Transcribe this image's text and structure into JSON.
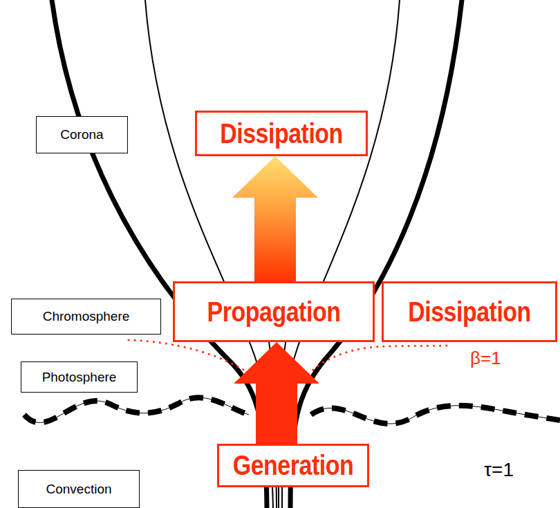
{
  "diagram": {
    "nodes": [
      {
        "text": [
          "Corona"
        ]
      },
      {
        "text": [
          "Dissipation"
        ]
      },
      {
        "text": [
          "Chromosphere"
        ]
      },
      {
        "text": [
          "Propagation"
        ]
      },
      {
        "text": [
          "Dissipation"
        ]
      },
      {
        "text": [
          "Photosphere"
        ]
      },
      {
        "text": [
          "Convection"
        ]
      },
      {
        "text": [
          "Generation"
        ]
      }
    ],
    "edges": [
      {
        "from": 7,
        "to": 3,
        "arrow": "to"
      },
      {
        "from": 3,
        "to": 1,
        "arrow": "to"
      }
    ],
    "labels": [
      "β=1",
      "τ=1"
    ]
  }
}
